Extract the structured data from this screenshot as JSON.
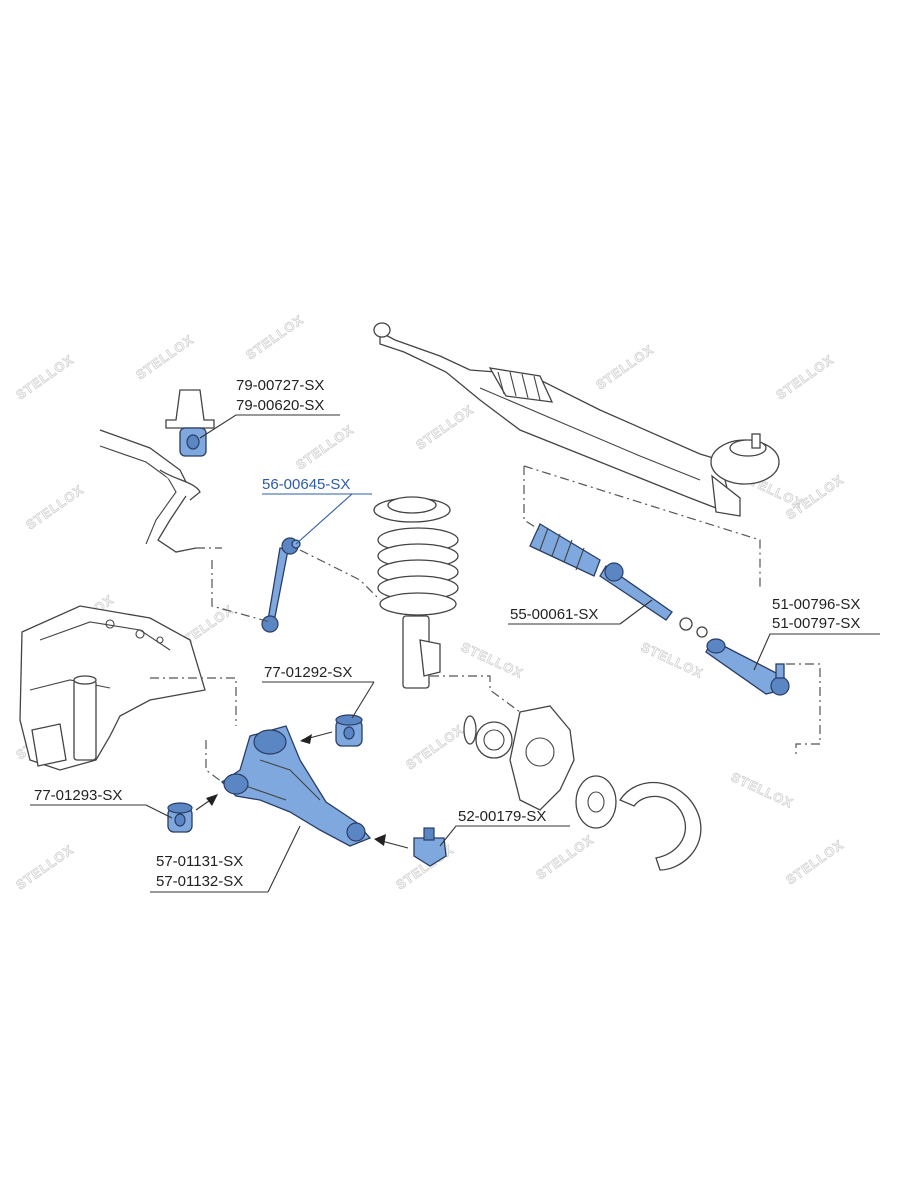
{
  "watermark": "STELLOX",
  "colors": {
    "part_fill": "#7fa9de",
    "part_stroke": "#2a3d66",
    "highlight_label": "#2d5ba8",
    "label": "#222222"
  },
  "labels": {
    "stabilizer_bushing_a": "79-00727-SX",
    "stabilizer_bushing_b": "79-00620-SX",
    "stabilizer_link": "56-00645-SX",
    "rear_arm_bushing": "77-01292-SX",
    "front_arm_bushing": "77-01293-SX",
    "control_arm_a": "57-01131-SX",
    "control_arm_b": "57-01132-SX",
    "ball_joint": "52-00179-SX",
    "tie_rod": "55-00061-SX",
    "tie_rod_end_a": "51-00796-SX",
    "tie_rod_end_b": "51-00797-SX"
  }
}
